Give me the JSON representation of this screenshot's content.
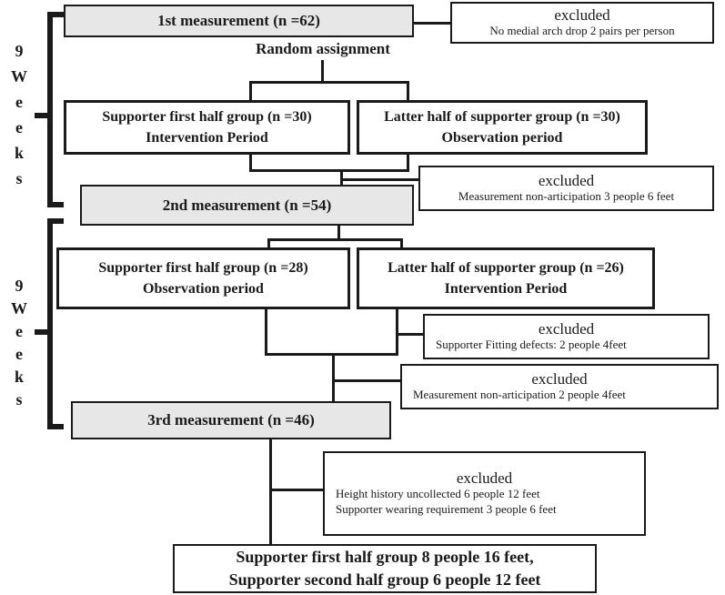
{
  "colors": {
    "line": "#1a1a1a",
    "measurement_fill": "#e7e7e7",
    "background": "#ffffff"
  },
  "week_brackets": [
    {
      "label": "9\nW\ne\ne\nk\ns"
    },
    {
      "label": "9\nW\ne\ne\nk\ns"
    }
  ],
  "nodes": {
    "measurement1": "1st measurement (n =62)",
    "random_assignment": "Random assignment",
    "group1_left": {
      "line1": "Supporter first half group  (n =30)",
      "line2": "Intervention Period"
    },
    "group1_right": {
      "line1": "Latter half of supporter group  (n =30)",
      "line2": "Observation period"
    },
    "measurement2": "2nd measurement  (n =54)",
    "group2_left": {
      "line1": "Supporter first half group  (n =28)",
      "line2": "Observation period"
    },
    "group2_right": {
      "line1": "Latter half of supporter group  (n =26)",
      "line2": "Intervention Period"
    },
    "measurement3": "3rd measurement  (n =46)",
    "final": {
      "line1": "Supporter first half group 8 people 16 feet,",
      "line2": "Supporter second half group 6 people 12 feet"
    }
  },
  "excluded": [
    {
      "title": "excluded",
      "lines": [
        "No medial arch drop 2 pairs per person"
      ]
    },
    {
      "title": "excluded",
      "lines": [
        "Measurement non-articipation 3 people 6 feet"
      ]
    },
    {
      "title": "excluded",
      "lines": [
        "Supporter Fitting defects: 2 people 4feet"
      ]
    },
    {
      "title": "excluded",
      "lines": [
        "Measurement non-articipation 2 people 4feet"
      ]
    },
    {
      "title": "excluded",
      "lines": [
        "Height history uncollected 6 people 12 feet",
        "Supporter wearing requirement 3 people 6 feet"
      ]
    }
  ]
}
